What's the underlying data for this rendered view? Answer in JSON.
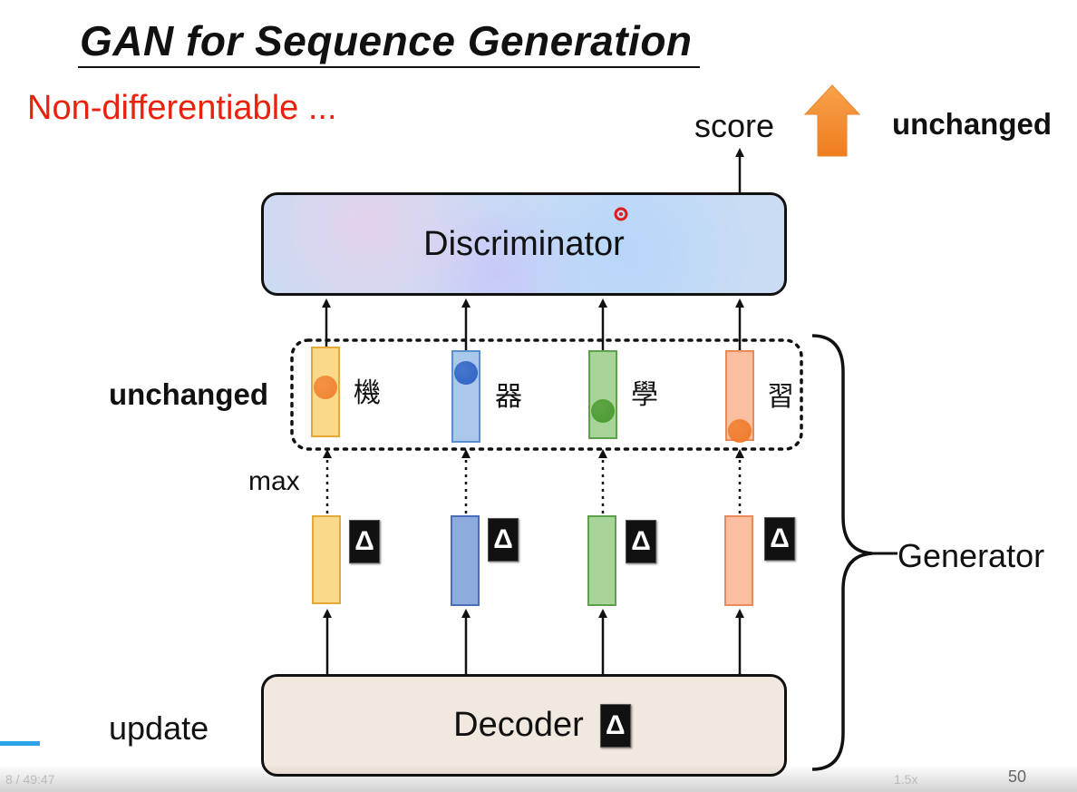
{
  "title": "GAN for Sequence Generation",
  "subtitle": "Non-differentiable ...",
  "labels": {
    "score": "score",
    "unchanged_top": "unchanged",
    "unchanged_left": "unchanged",
    "max": "max",
    "update": "update",
    "generator": "Generator",
    "discriminator": "Discriminator",
    "decoder": "Decoder",
    "delta": "Δ"
  },
  "tokens": [
    {
      "char": "機",
      "color": "#fbd98a",
      "border": "#e3a93a",
      "dot": "#f08230"
    },
    {
      "char": "器",
      "color": "#a9c8ec",
      "border": "#5a8fcf",
      "dot": "#2f62c4"
    },
    {
      "char": "學",
      "color": "#a8d49a",
      "border": "#5da14c",
      "dot": "#4a9a2f"
    },
    {
      "char": "習",
      "color": "#f9bfa0",
      "border": "#e98a5a",
      "dot": "#f07a28"
    }
  ],
  "lower_bars": [
    {
      "color": "#fbd98a",
      "border": "#e3a93a"
    },
    {
      "color": "#8eabdd",
      "border": "#4a6fb8"
    },
    {
      "color": "#a8d49a",
      "border": "#5da14c"
    },
    {
      "color": "#f9bfa0",
      "border": "#e98a5a"
    }
  ],
  "colors": {
    "subtitle": "#e8220c",
    "arrow": "#f28a2c",
    "pointer_dot": "#e11b1b"
  },
  "page_number": "50",
  "player": {
    "time": "8 / 49:47",
    "speed": "1.5x"
  }
}
